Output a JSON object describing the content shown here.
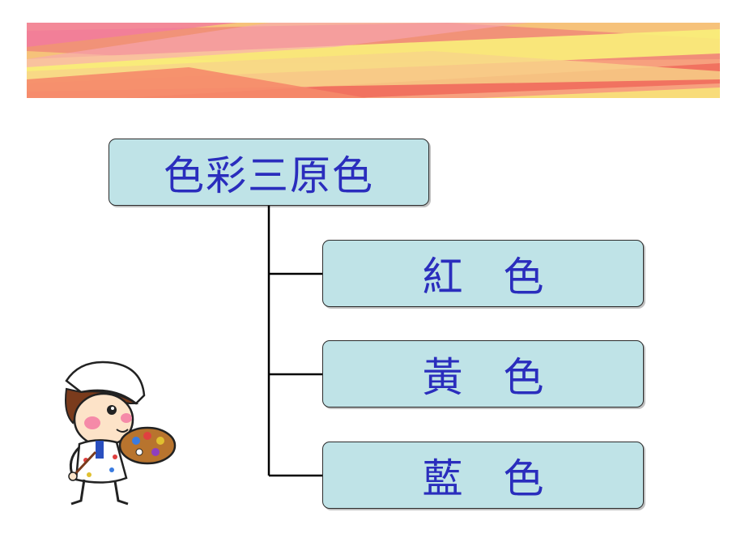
{
  "diagram": {
    "root": {
      "label": "色彩三原色"
    },
    "children": [
      {
        "label": "紅　色"
      },
      {
        "label": "黃　色"
      },
      {
        "label": "藍　色"
      }
    ]
  },
  "colors": {
    "node_fill": "#bfe3e7",
    "node_text": "#2a2dbd",
    "connector": "#000000"
  },
  "icons": {
    "banner": "striped-banner-illustration",
    "artist": "painter-with-palette-clipart"
  }
}
